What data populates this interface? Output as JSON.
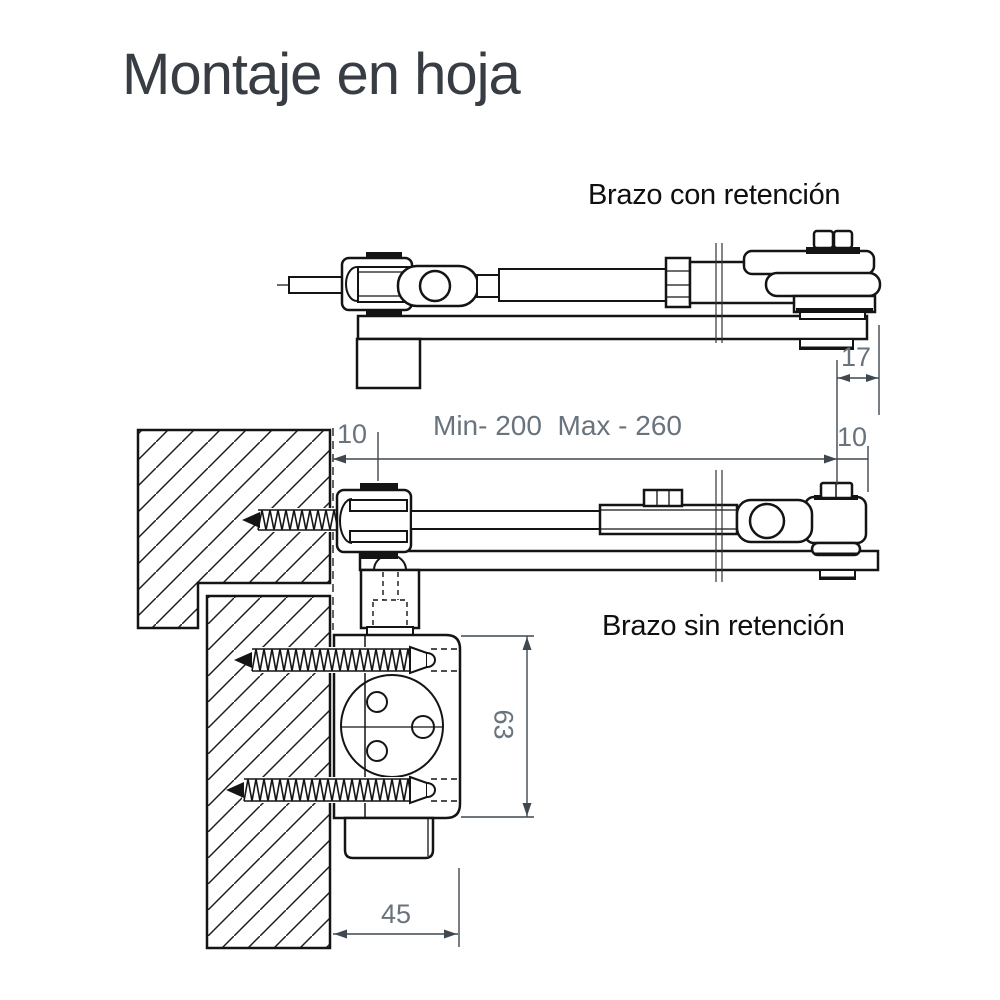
{
  "page": {
    "title": "Montaje en hoja",
    "background": "#ffffff"
  },
  "drawings": {
    "top": {
      "label": "Brazo con retención"
    },
    "bottom": {
      "label": "Brazo sin retención"
    }
  },
  "dimensions": {
    "edge_offset": "17",
    "offset_left": "10",
    "offset_right": "10",
    "arm_range": "Min- 200  Max - 260",
    "body_height_mm": "63",
    "body_width_mm": "45"
  },
  "colors": {
    "line": "#141414",
    "dimension_line": "#3f4850",
    "dimension_text": "#68737e",
    "title_text": "#383d44",
    "label_text": "#0f0f0f"
  }
}
